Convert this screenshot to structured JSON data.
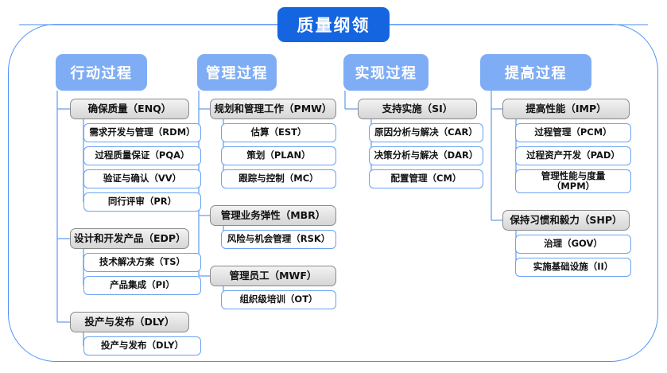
{
  "diagram": {
    "title": "质量纲领",
    "type": "organizational-tree",
    "colors": {
      "root": "#1565e0",
      "category": "#7fadf5",
      "level2_border": "#8a8a8a",
      "leaf_border": "#6aa2f2",
      "frame": "#4e92f7",
      "connector": "#6aa2f2",
      "text": "#111111",
      "header_text": "#ffffff"
    },
    "categories": [
      {
        "label": "行动过程",
        "groups": [
          {
            "label": "确保质量（ENQ）",
            "items": [
              "需求开发与管理（RDM）",
              "过程质量保证（PQA）",
              "验证与确认（VV）",
              "同行评审（PR）"
            ]
          },
          {
            "label": "设计和开发产品（EDP）",
            "items": [
              "技术解决方案（TS）",
              "产品集成（PI）"
            ]
          },
          {
            "label": "投产与发布（DLY）",
            "items": [
              "投产与发布（DLY）"
            ]
          }
        ]
      },
      {
        "label": "管理过程",
        "groups": [
          {
            "label": "规划和管理工作（PMW）",
            "items": [
              "估算（EST）",
              "策划（PLAN）",
              "跟踪与控制（MC）"
            ]
          },
          {
            "label": "管理业务弹性（MBR）",
            "items": [
              "风险与机会管理（RSK）"
            ]
          },
          {
            "label": "管理员工（MWF）",
            "items": [
              "组织级培训（OT）"
            ]
          }
        ]
      },
      {
        "label": "实现过程",
        "groups": [
          {
            "label": "支持实施（SI）",
            "items": [
              "原因分析与解决（CAR）",
              "决策分析与解决（DAR）",
              "配置管理（CM）"
            ]
          }
        ]
      },
      {
        "label": "提高过程",
        "groups": [
          {
            "label": "提高性能（IMP）",
            "items": [
              "过程管理（PCM）",
              "过程资产开发（PAD）",
              "管理性能与度量\n（MPM）"
            ]
          },
          {
            "label": "保持习惯和毅力（SHP）",
            "items": [
              "治理（GOV）",
              "实施基础设施（II）"
            ]
          }
        ]
      }
    ]
  }
}
